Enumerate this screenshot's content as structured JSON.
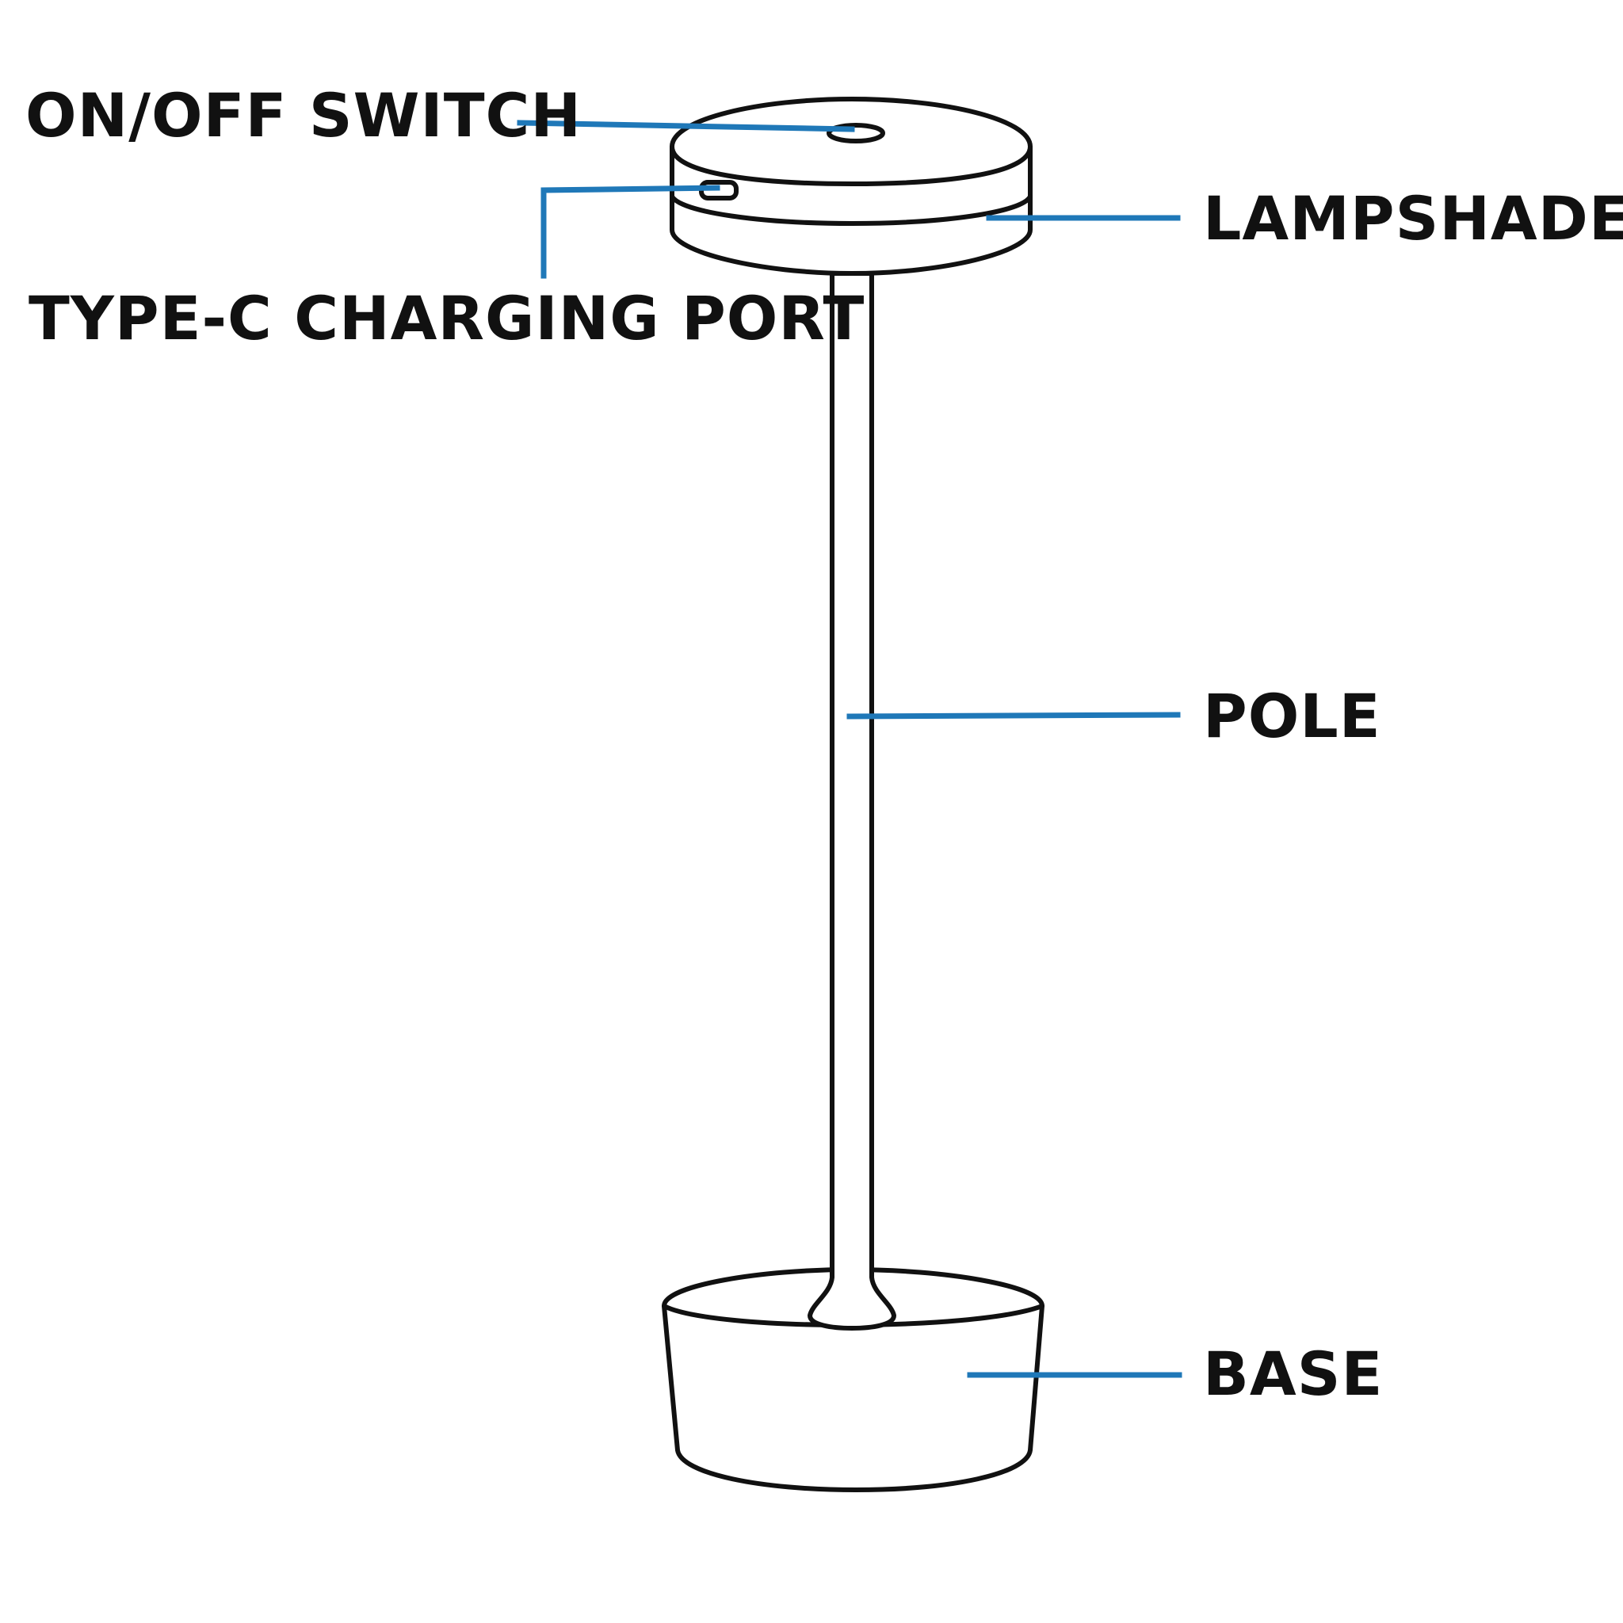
{
  "labels": {
    "switch": "ON/OFF SWITCH",
    "port": "TYPE-C CHARGING PORT",
    "lampshade": "LAMPSHADE",
    "pole": "POLE",
    "base": "BASE"
  },
  "colors": {
    "outline": "#111111",
    "leader": "#1f78b8",
    "background": "#ffffff"
  }
}
